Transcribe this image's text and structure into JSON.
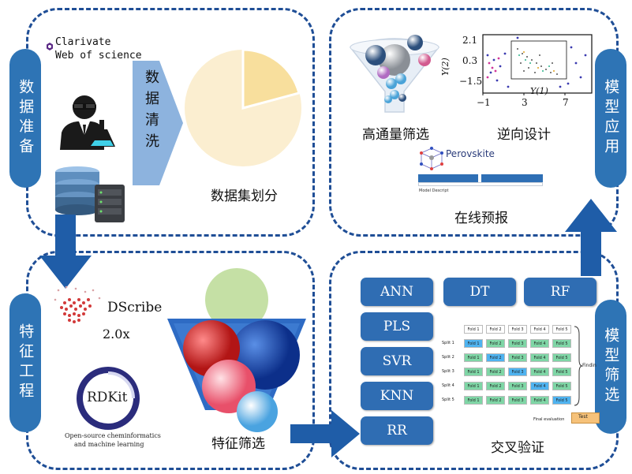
{
  "panels": {
    "data_prep": {
      "label": "数据准备",
      "source_brand": "Clarivate",
      "source_name": "Web of science",
      "cleaning_label": "数据清洗",
      "caption": "数据集划分"
    },
    "model_app": {
      "label": "模型应用",
      "screening_caption": "高通量筛选",
      "inverse_caption": "逆向设计",
      "online_caption": "在线预报",
      "perovskite_brand": "Perovskite",
      "model_descript": "Model Descript",
      "scatter": {
        "xlabel": "Y(1)",
        "ylabel": "Y(2)",
        "xticks": [
          "−1",
          "3",
          "7"
        ],
        "yticks": [
          "2.1",
          "0.3",
          "−1.5"
        ]
      }
    },
    "feature_eng": {
      "label": "特征工程",
      "dscribe_name": "DScribe",
      "dscribe_version": "2.0x",
      "rdkit_name": "RDKit",
      "rdkit_tagline_1": "Open-source cheminformatics",
      "rdkit_tagline_2": "and machine learning",
      "caption": "特征筛选"
    },
    "model_screen": {
      "label": "模型筛选",
      "models": [
        "ANN",
        "DT",
        "RF",
        "PLS",
        "SVR",
        "KNN",
        "RR"
      ],
      "cv_caption": "交叉验证",
      "folds": [
        "Fold 1",
        "Fold 2",
        "Fold 3",
        "Fold 4",
        "Fold 5"
      ],
      "splits": [
        "Split 1",
        "Split 2",
        "Split 3",
        "Split 4",
        "Split 5"
      ],
      "finding": "Findin",
      "final_eval": "Final evaluation",
      "test_label": "Test"
    }
  },
  "colors": {
    "panel_border": "#1f4e96",
    "side_label": "#2e74b5",
    "model_button": "#2f6db3",
    "fold_train": "#7fd6a6",
    "fold_test": "#4fb3f0",
    "pie_main": "#fbeed0",
    "pie_slice": "#f8df9d"
  }
}
